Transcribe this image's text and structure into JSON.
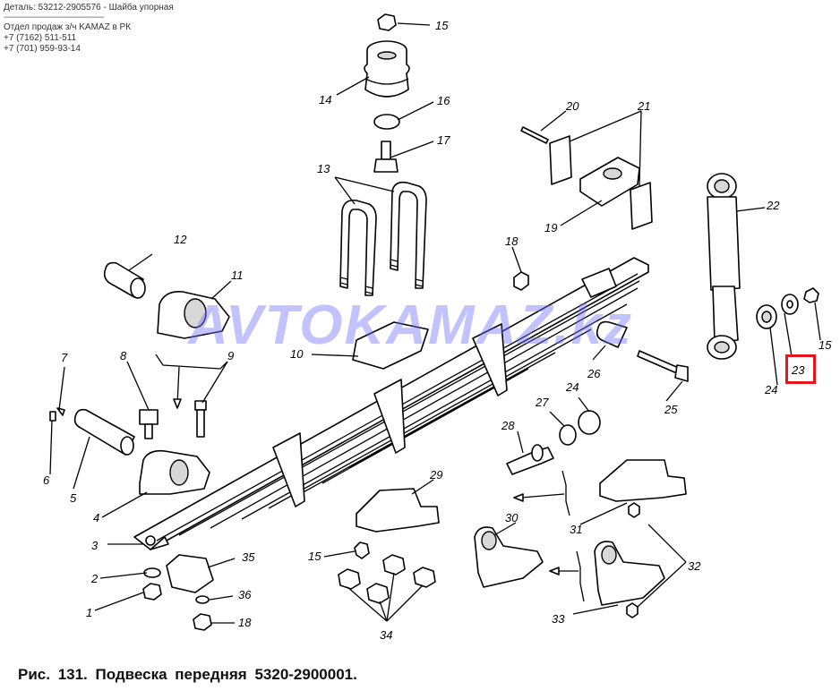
{
  "header": {
    "part_line": "Деталь: 53212-2905576 - Шайба упорная",
    "separator": "------------------------------------------------",
    "dept_line": "Отдел продаж з/ч KAMAZ в РК",
    "phone1": "+7 (7162) 511-511",
    "phone2": "+7 (701) 959-93-14"
  },
  "watermark": "AVTOKAMAZ.kz",
  "caption": "Рис. 131. Подвеска передняя 5320-2900001.",
  "highlight_color": "#e8141b",
  "part_numbers": [
    "1",
    "2",
    "3",
    "4",
    "5",
    "6",
    "7",
    "8",
    "9",
    "10",
    "11",
    "12",
    "13",
    "14",
    "15",
    "16",
    "17",
    "18",
    "19",
    "20",
    "21",
    "22",
    "23",
    "24",
    "25",
    "26",
    "27",
    "28",
    "29",
    "30",
    "31",
    "32",
    "33",
    "34",
    "35",
    "36"
  ],
  "extra_labels": {
    "p15b": "15",
    "p15c": "15",
    "p18b": "18"
  },
  "highlighted_part": "23"
}
